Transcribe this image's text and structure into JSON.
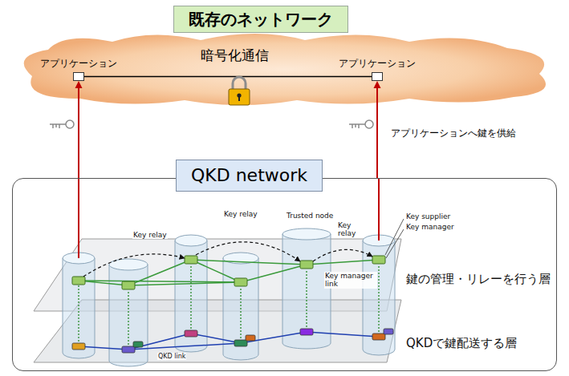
{
  "diagram": {
    "title": "既存のネットワーク",
    "nodes": [
      {
        "text": [
          "暗号化通信"
        ]
      },
      {
        "text": [
          "アプリケーション"
        ],
        "in": 0
      },
      {
        "text": [
          "アプリケーション"
        ],
        "in": 0
      },
      {
        "text": [
          "QKD network"
        ]
      }
    ],
    "edges": [
      {
        "from": 1,
        "to": 2,
        "arrow": "none"
      },
      {
        "from": 3,
        "to": 1,
        "arrow": "to"
      },
      {
        "from": 3,
        "to": 2,
        "arrow": "to",
        "label": "アプリケーションへ鍵を供給"
      }
    ],
    "labels": [
      "Key relay",
      "Key relay",
      "Trusted node",
      "Key relay",
      "Key supplier",
      "Key manager",
      "Key manager link",
      "鍵の管理・リレーを行う層",
      "QKD link",
      "QKDで鍵配送する層"
    ]
  }
}
